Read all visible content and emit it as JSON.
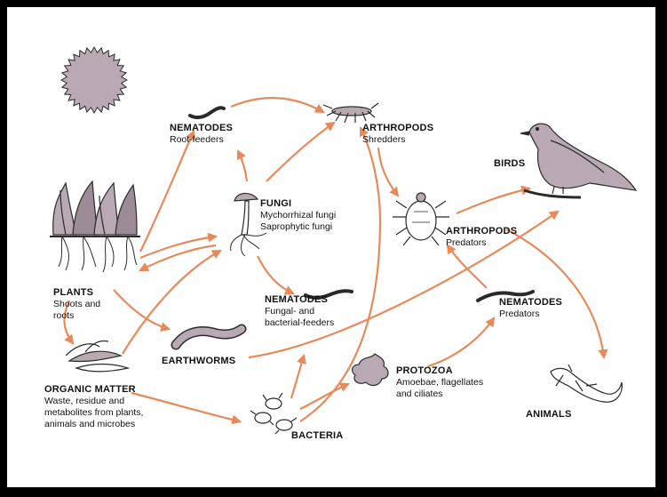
{
  "colors": {
    "arrow": "#e8895a",
    "organism": "#b9a9b4",
    "outline": "#2a2a2a",
    "frame": "#000000"
  },
  "nodes": {
    "sun": {
      "icon": "sun-icon"
    },
    "plants": {
      "title": "PLANTS",
      "lines": [
        "Shoots and",
        "roots"
      ],
      "icon": "plant-icon"
    },
    "nematodes_root": {
      "title": "NEMATODES",
      "lines": [
        "Root-feeders"
      ],
      "icon": "nematode-icon"
    },
    "fungi": {
      "title": "FUNGI",
      "lines": [
        "Mychorrhizal fungi",
        "Saprophytic fungi"
      ],
      "icon": "fungus-icon"
    },
    "arthropods_shredders": {
      "title": "ARTHROPODS",
      "lines": [
        "Shredders"
      ],
      "icon": "arthropod-shredder-icon"
    },
    "birds": {
      "title": "BIRDS",
      "lines": [],
      "icon": "bird-icon"
    },
    "arthropods_predators": {
      "title": "ARTHROPODS",
      "lines": [
        "Predators"
      ],
      "icon": "arthropod-predator-icon"
    },
    "nematodes_fungal": {
      "title": "NEMATODES",
      "lines": [
        "Fungal- and",
        "bacterial-feeders"
      ],
      "icon": "nematode-icon"
    },
    "nematodes_predators": {
      "title": "NEMATODES",
      "lines": [
        "Predators"
      ],
      "icon": "nematode-icon"
    },
    "earthworms": {
      "title": "EARTHWORMS",
      "lines": [],
      "icon": "earthworm-icon"
    },
    "organic_matter": {
      "title": "ORGANIC MATTER",
      "lines": [
        "Waste, residue and",
        "metabolites from plants,",
        "animals and microbes"
      ],
      "icon": "leaf-litter-icon"
    },
    "protozoa": {
      "title": "PROTOZOA",
      "lines": [
        "Amoebae, flagellates",
        "and ciliates"
      ],
      "icon": "amoeba-icon"
    },
    "bacteria": {
      "title": "BACTERIA",
      "lines": [],
      "icon": "bacteria-icon"
    },
    "animals": {
      "title": "ANIMALS",
      "lines": [],
      "icon": "lizard-icon"
    }
  },
  "edges": [
    [
      "plants",
      "nematodes_root"
    ],
    [
      "plants",
      "fungi"
    ],
    [
      "fungi",
      "plants"
    ],
    [
      "plants",
      "organic_matter"
    ],
    [
      "plants",
      "earthworms"
    ],
    [
      "fungi",
      "nematodes_root"
    ],
    [
      "fungi",
      "arthropods_shredders"
    ],
    [
      "fungi",
      "nematodes_fungal"
    ],
    [
      "nematodes_root",
      "arthropods_shredders"
    ],
    [
      "arthropods_shredders",
      "arthropods_predators"
    ],
    [
      "arthropods_predators",
      "birds"
    ],
    [
      "arthropods_predators",
      "animals"
    ],
    [
      "nematodes_predators",
      "arthropods_predators"
    ],
    [
      "organic_matter",
      "fungi"
    ],
    [
      "organic_matter",
      "bacteria"
    ],
    [
      "bacteria",
      "nematodes_fungal"
    ],
    [
      "bacteria",
      "protozoa"
    ],
    [
      "bacteria",
      "arthropods_shredders"
    ],
    [
      "protozoa",
      "nematodes_predators"
    ],
    [
      "earthworms",
      "birds"
    ]
  ]
}
